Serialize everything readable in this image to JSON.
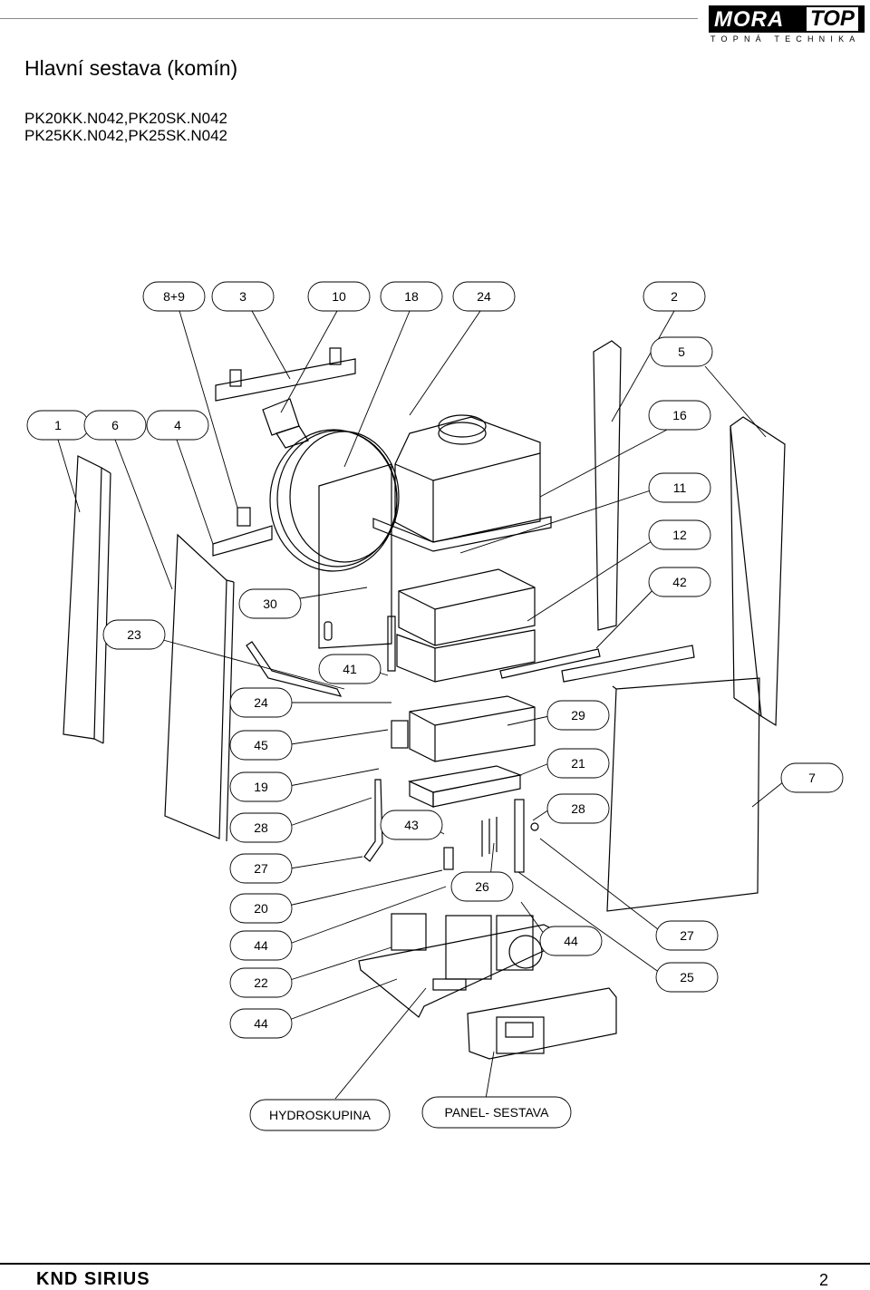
{
  "header": {
    "brand_left": "MORA",
    "brand_right": "TOP",
    "brand_sub": "TOPNÁ TECHNIKA"
  },
  "title": "Hlavní sestava (komín)",
  "models": [
    "PK20KK.N042,PK20SK.N042",
    "PK25KK.N042,PK25SK.N042"
  ],
  "callouts": [
    "8+9",
    "3",
    "10",
    "18",
    "24",
    "2",
    "5",
    "1",
    "6",
    "4",
    "16",
    "11",
    "12",
    "42",
    "30",
    "23",
    "41",
    "24",
    "29",
    "45",
    "21",
    "7",
    "19",
    "28",
    "43",
    "28",
    "27",
    "26",
    "20",
    "44",
    "44",
    "27",
    "22",
    "25",
    "44",
    "HYDROSKUPINA",
    "PANEL- SESTAVA"
  ],
  "footer": {
    "left": "KND SIRIUS",
    "page": "2"
  }
}
